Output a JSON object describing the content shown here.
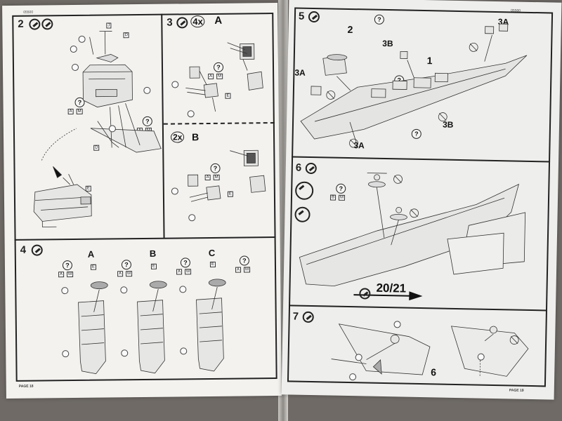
{
  "left_page": {
    "code": "05500",
    "footer": "PAGE 18",
    "steps": [
      {
        "number": "2"
      },
      {
        "number": "3",
        "multiplier": "4x",
        "variant": "A"
      },
      {
        "multiplier": "2x",
        "variant": "B"
      },
      {
        "number": "4",
        "variants": [
          "A",
          "B",
          "C"
        ]
      }
    ],
    "paint_tags": [
      "A",
      "M"
    ],
    "question": "?",
    "part_letters": [
      "D",
      "E",
      "J"
    ]
  },
  "right_page": {
    "code": "05500",
    "footer": "PAGE 19",
    "steps": [
      {
        "number": "5",
        "callouts": [
          "2",
          "3B",
          "3A",
          "1",
          "3A",
          "3B",
          "3A"
        ]
      },
      {
        "number": "6",
        "page_ref": "20/21"
      },
      {
        "number": "7",
        "callout": "6"
      }
    ],
    "paint_tags": [
      "B",
      "M"
    ],
    "question": "?"
  }
}
